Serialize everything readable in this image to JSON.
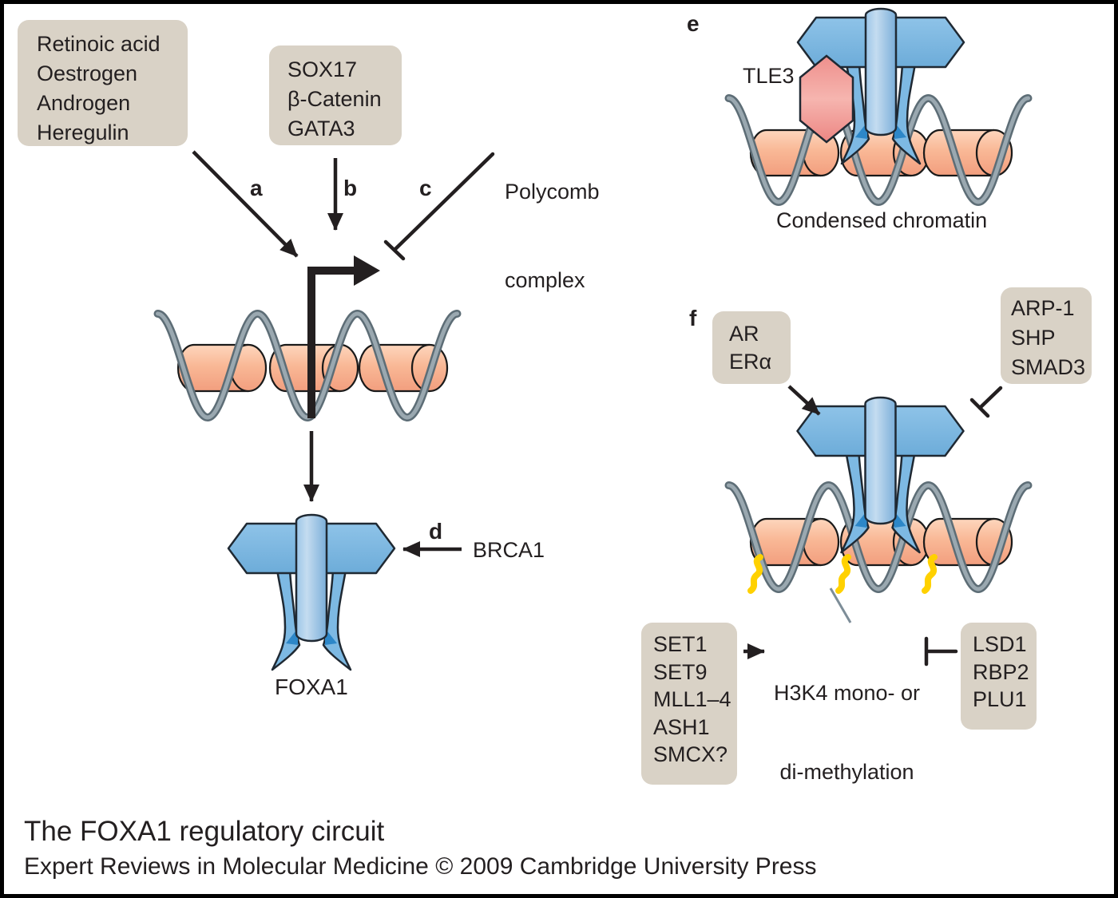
{
  "figure": {
    "title": "The FOXA1 regulatory circuit",
    "credit": "Expert Reviews in Molecular Medicine © 2009 Cambridge University Press"
  },
  "panel_labels": {
    "a": "a",
    "b": "b",
    "c": "c",
    "d": "d",
    "e": "e",
    "f": "f"
  },
  "left_panel": {
    "hormone_box": {
      "lines": [
        "Retinoic acid",
        "Oestrogen",
        "Androgen",
        "Heregulin"
      ]
    },
    "pioneer_tf_box": {
      "lines": [
        "SOX17",
        "β-Catenin",
        "GATA3"
      ]
    },
    "polycomb_label": {
      "lines": [
        "Polycomb",
        "complex"
      ]
    },
    "brca1_label": "BRCA1",
    "foxa1_label": "FOXA1"
  },
  "panel_e": {
    "tle3_label": "TLE3",
    "caption": "Condensed chromatin"
  },
  "panel_f": {
    "receptor_box": {
      "lines": [
        "AR",
        "ERα"
      ]
    },
    "corepressor_box": {
      "lines": [
        "ARP-1",
        "SHP",
        "SMAD3"
      ]
    },
    "methylation_label": {
      "lines": [
        "H3K4 mono- or",
        "di-methylation"
      ]
    },
    "methyltransferase_box": {
      "lines": [
        "SET1",
        "SET9",
        "MLL1–4",
        "ASH1",
        "SMCX?"
      ]
    },
    "demethylase_box": {
      "lines": [
        "LSD1",
        "RBP2",
        "PLU1"
      ]
    }
  },
  "colors": {
    "box_fill": "#d9d2c6",
    "protein_blue": "#7db9e3",
    "protein_blue_dark": "#2d87c8",
    "nucleosome_orange": "#f9b896",
    "dna_gray": "#9aa8b0",
    "tle3_pink": "#f0968f",
    "histone_tail_yellow": "#ffd100",
    "ink": "#231f20",
    "background": "#ffffff"
  }
}
